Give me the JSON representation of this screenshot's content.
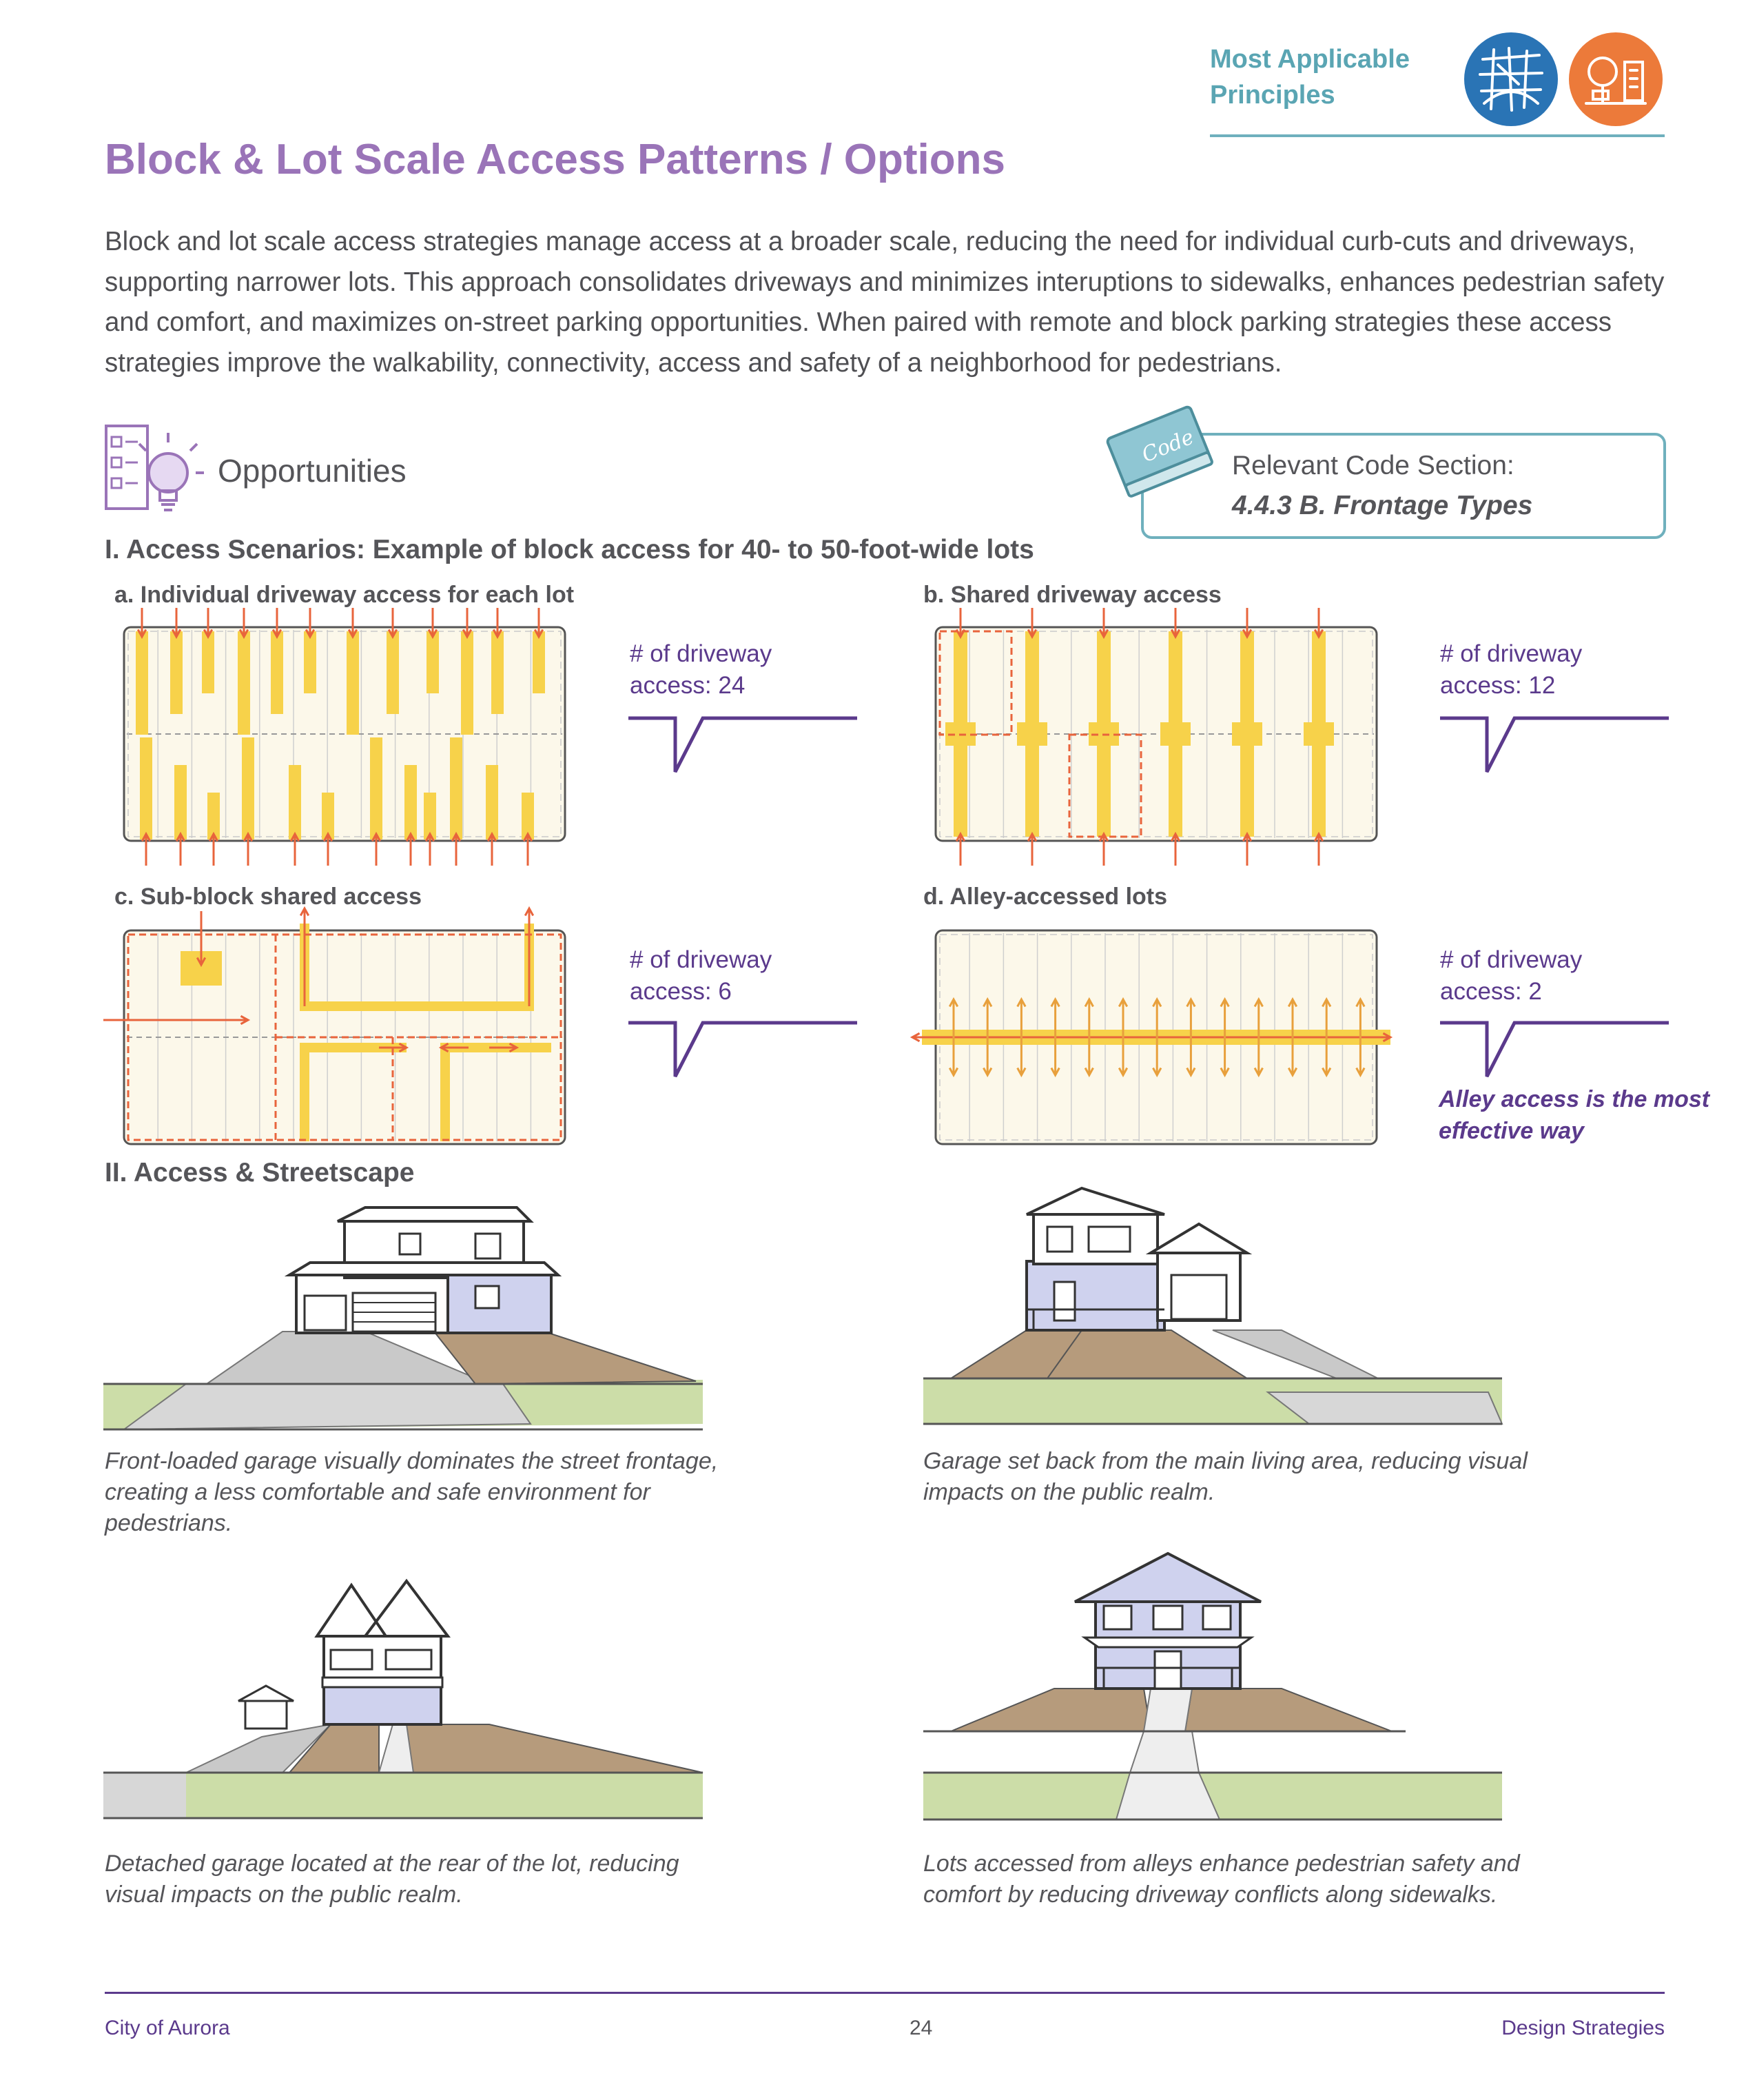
{
  "header": {
    "principles_label": "Most Applicable Principles",
    "icon_left": "street-network-icon",
    "icon_right": "trees-buildings-icon",
    "icon_left_color": "#2a74b5",
    "icon_right_color": "#ec7a3a"
  },
  "title": "Block & Lot Scale Access Patterns / Options",
  "intro": "Block and lot scale access strategies manage access at a broader scale, reducing the need for individual curb-cuts and driveways, supporting narrower lots. This approach consolidates driveways and minimizes interuptions to sidewalks, enhances pedestrian safety and comfort, and maximizes on-street parking opportunities. When paired with remote and block parking strategies these access strategies improve the walkability, connectivity, access and safety of a neighborhood for pedestrians.",
  "opportunities": {
    "title": "Opportunities",
    "icon": "lightbulb-checklist-icon"
  },
  "code_section": {
    "book_label": "Code",
    "label": "Relevant Code Section:",
    "value": "4.4.3 B. Frontage Types"
  },
  "section1": {
    "title": "I. Access Scenarios: Example of block access for 40- to 50-foot-wide lots",
    "scenarios": [
      {
        "label": "a. Individual driveway access for each lot",
        "count": "# of driveway access: 24"
      },
      {
        "label": "b. Shared driveway access",
        "count": "# of driveway access: 12"
      },
      {
        "label": "c. Sub-block shared access",
        "count": "# of driveway access: 6"
      },
      {
        "label": "d. Alley-accessed lots",
        "count": "# of driveway access: 2",
        "note": "Alley access is the most effective way"
      }
    ]
  },
  "section2": {
    "title": "II. Access & Streetscape",
    "captions": [
      "Front-loaded garage visually dominates the street frontage, creating a less comfortable and safe environment for pedestrians.",
      "Garage set back from the main living area, reducing visual impacts on the public realm.",
      "Detached garage located at the rear of the lot, reducing visual impacts on the public realm.",
      "Lots accessed from alleys enhance pedestrian safety and comfort by reducing driveway conflicts along sidewalks."
    ]
  },
  "colors": {
    "accent_purple": "#9a74b8",
    "dark_purple": "#5b3a8c",
    "teal": "#6fb0bd",
    "driveway_yellow": "#f7d24a",
    "arrow_red": "#e8643c"
  },
  "footer": {
    "left": "City of Aurora",
    "page": "24",
    "right": "Design Strategies"
  }
}
